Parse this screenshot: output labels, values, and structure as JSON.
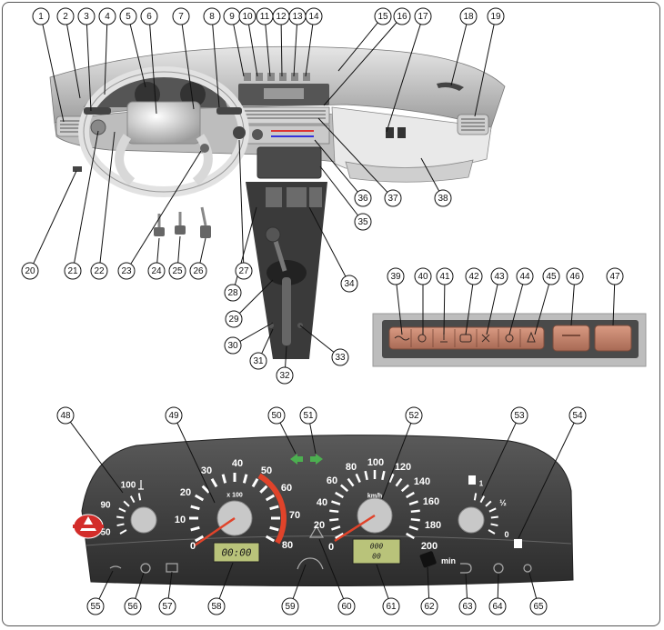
{
  "callouts": {
    "c1": "1",
    "c2": "2",
    "c3": "3",
    "c4": "4",
    "c5": "5",
    "c6": "6",
    "c7": "7",
    "c8": "8",
    "c9": "9",
    "c10": "10",
    "c11": "11",
    "c12": "12",
    "c13": "13",
    "c14": "14",
    "c15": "15",
    "c16": "16",
    "c17": "17",
    "c18": "18",
    "c19": "19",
    "c20": "20",
    "c21": "21",
    "c22": "22",
    "c23": "23",
    "c24": "24",
    "c25": "25",
    "c26": "26",
    "c27": "27",
    "c28": "28",
    "c29": "29",
    "c30": "30",
    "c31": "31",
    "c32": "32",
    "c33": "33",
    "c34": "34",
    "c35": "35",
    "c36": "36",
    "c37": "37",
    "c38": "38",
    "c39": "39",
    "c40": "40",
    "c41": "41",
    "c42": "42",
    "c43": "43",
    "c44": "44",
    "c45": "45",
    "c46": "46",
    "c47": "47",
    "c48": "48",
    "c49": "49",
    "c50": "50",
    "c51": "51",
    "c52": "52",
    "c53": "53",
    "c54": "54",
    "c55": "55",
    "c56": "56",
    "c57": "57",
    "c58": "58",
    "c59": "59",
    "c60": "60",
    "c61": "61",
    "c62": "62",
    "c63": "63",
    "c64": "64",
    "c65": "65"
  },
  "tachometer": {
    "ticks": {
      "t0": "0",
      "t10": "10",
      "t20": "20",
      "t30": "30",
      "t40": "40",
      "t50": "50",
      "t60": "60",
      "t70": "70",
      "t80": "80"
    },
    "unit": "x 100"
  },
  "speedometer": {
    "ticks": {
      "s0": "0",
      "s20": "20",
      "s40": "40",
      "s60": "60",
      "s80": "80",
      "s100": "100",
      "s120": "120",
      "s140": "140",
      "s160": "160",
      "s180": "180",
      "s200": "200"
    },
    "unit": "km/h"
  },
  "temperature_gauge": {
    "ticks": {
      "t50": "50",
      "t90": "90",
      "t100": "100"
    }
  },
  "fuel_gauge": {
    "ticks": {
      "f0": "0",
      "fhalf": "½",
      "f1": "1"
    }
  },
  "clock_display": "00:00",
  "odometer_display": {
    "top": "000",
    "bottom": "00"
  },
  "min_label": "min",
  "colors": {
    "cluster": "#4a4a4a",
    "accent_red": "#e0432a",
    "indicator_green": "#4caf50",
    "switch_tan": "#c98a73"
  }
}
